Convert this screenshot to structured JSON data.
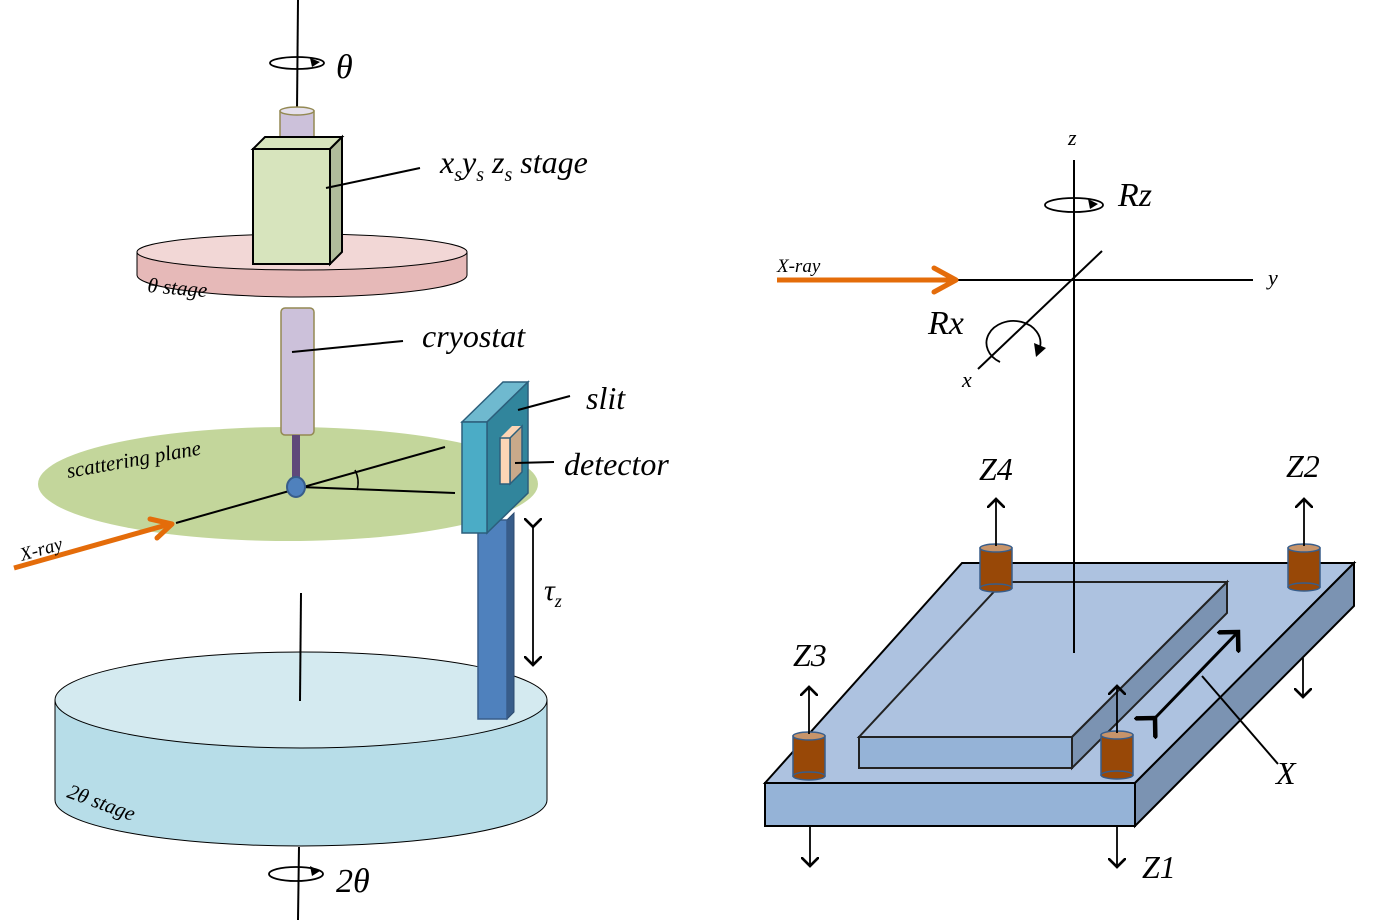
{
  "left_diagram": {
    "theta_axis_label": "θ",
    "stage_label": {
      "x": "x",
      "xs": "s",
      "y": "y",
      "ys": "s",
      "z": "z",
      "zs": "s",
      "rest": "stage"
    },
    "theta_stage_label": "θ stage",
    "cryostat_label": "cryostat",
    "slit_label": "slit",
    "detector_label": "detector",
    "scattering_plane_label": "scattering plane",
    "xray_label": "X-ray",
    "tau_label": "τ",
    "tau_sub": "z",
    "two_theta_stage_label": "2θ stage",
    "two_theta_axis_label": "2θ"
  },
  "right_diagram": {
    "z_axis": "z",
    "y_axis": "y",
    "x_axis": "x",
    "rz_label": "Rz",
    "rx_label": "Rx",
    "xray_label": "X-ray",
    "z1": "Z1",
    "z2": "Z2",
    "z3": "Z3",
    "z4": "Z4",
    "x_translation": "X"
  },
  "colors": {
    "xray": "#e46c0a",
    "theta_stage": "#e6b9b8",
    "xyz_stage": "#d7e4bd",
    "cryostat": "#ccc1da",
    "scattering_plane": "#c3d69b",
    "slit": "#31859c",
    "detector_arm": "#4f81bd",
    "two_theta_stage": "#b7dde8",
    "platform": "#95b3d7",
    "actuator": "#984807"
  }
}
